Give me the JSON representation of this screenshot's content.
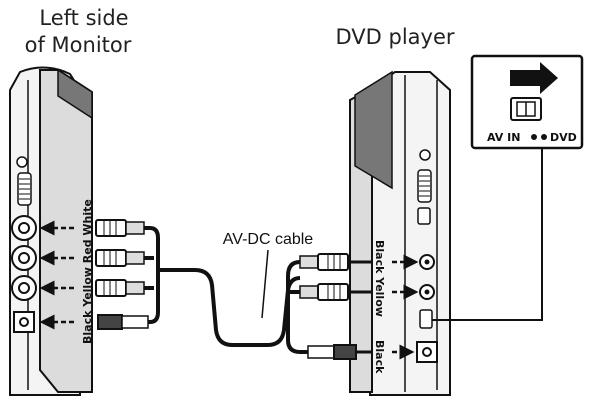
{
  "captions": {
    "monitor_line1": "Left side",
    "monitor_line2": "of Monitor",
    "dvd_player": "DVD player"
  },
  "labels": {
    "monitor_plug_colors": "Black Yellow Red White",
    "cable": "AV-DC cable",
    "dvd_plug_colors": "Black Yellow",
    "dvd_dc_plug": "Black"
  },
  "switch": {
    "left_label": "AV IN",
    "right_label": "DVD"
  }
}
